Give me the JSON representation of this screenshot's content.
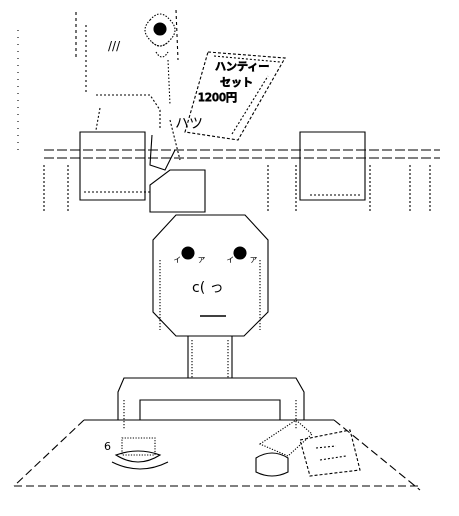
{
  "art": {
    "style": "ascii-art",
    "colors": {
      "ink": "#000000",
      "background": "#ffffff"
    },
    "sign": {
      "lines": [
        "ハンティー",
        "セット",
        "1200円"
      ]
    },
    "hand_marks": "///",
    "cake_label": "6",
    "face": {
      "eye_marks": [
        "ィ",
        "ァ"
      ],
      "nose": "c( っ"
    },
    "sign_marks": "ハツ"
  }
}
